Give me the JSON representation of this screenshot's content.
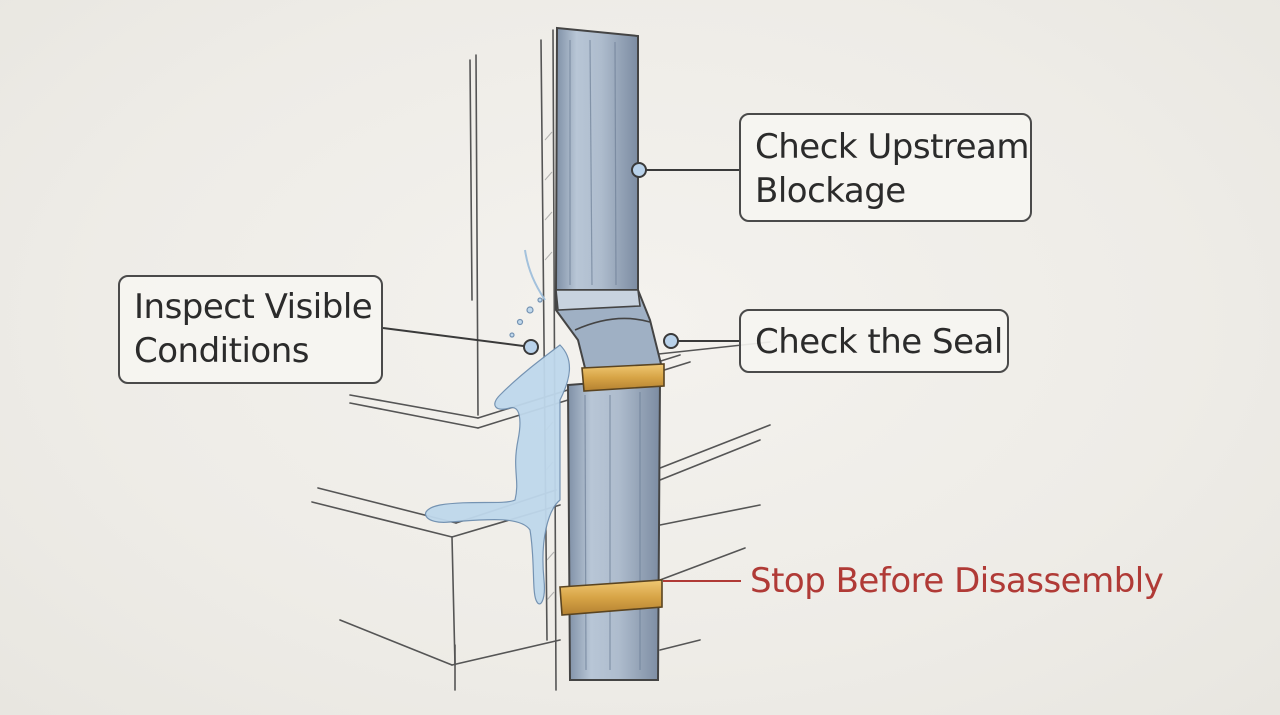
{
  "labels": {
    "upstream": {
      "line1": "Check Upstream",
      "line2": "Blockage"
    },
    "visible": {
      "line1": "Inspect Visible",
      "line2": "Conditions"
    },
    "seal": "Check the Seal",
    "warning": "Stop Before Disassembly"
  },
  "colors": {
    "outline": "#4a4a4a",
    "pipe": "#a7b5c6",
    "water": "#bcd6ea",
    "clamp": "#d9a94a",
    "warning_text": "#b03a36",
    "marker": "#b9d2ea"
  }
}
